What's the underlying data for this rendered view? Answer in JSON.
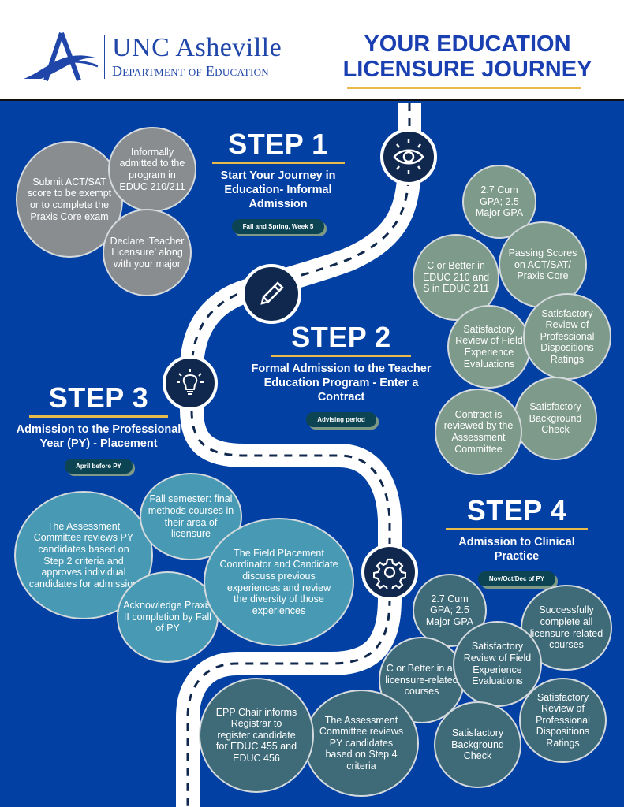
{
  "header": {
    "logo_name": "UNC Asheville",
    "logo_department": "Department of Education",
    "title_line1": "YOUR EDUCATION",
    "title_line2": "LICENSURE JOURNEY"
  },
  "colors": {
    "background": "#0340a3",
    "accent_gold": "#e9b949",
    "step1_circles": "#8a8d8f",
    "step2_circles": "#7e9a8b",
    "step3_circles": "#489ab4",
    "step4_circles": "#3f6b79",
    "icon_circle": "#10284d"
  },
  "steps": [
    {
      "label": "STEP 1",
      "title": "Start Your Journey in Education- Informal Admission",
      "timing": "Fall and Spring, Week 5",
      "icon": "eye-icon",
      "items": [
        "Submit ACT/SAT score to be exempt or to complete the Praxis Core exam",
        "Informally admitted to the program in EDUC 210/211",
        "Declare ‘Teacher Licensure’ along with your major"
      ]
    },
    {
      "label": "STEP 2",
      "title": "Formal Admission to the Teacher Education Program - Enter a Contract",
      "timing": "Advising period",
      "icon": "pencil-icon",
      "items": [
        "2.7 Cum GPA; 2.5 Major GPA",
        "Passing Scores on ACT/SAT/ Praxis Core",
        "C or Better in EDUC 210 and S in EDUC 211",
        "Satisfactory Review of Field Experience Evaluations",
        "Satisfactory Review of Professional Dispositions Ratings",
        "Satisfactory Background Check",
        "Contract is reviewed by the Assessment Committee"
      ]
    },
    {
      "label": "STEP 3",
      "title": "Admission to the Professional Year (PY) - Placement",
      "timing": "April before PY",
      "icon": "lightbulb-icon",
      "items": [
        "The Assessment Committee reviews PY candidates based on Step 2 criteria and approves individual candidates for admission",
        "Fall semester: final methods courses in their area of licensure",
        "Acknowledge Praxis II completion by Fall of PY",
        "The Field Placement Coordinator and Candidate discuss previous experiences and review the diversity of those experiences"
      ]
    },
    {
      "label": "STEP 4",
      "title": "Admission to Clinical Practice",
      "timing": "Nov/Oct/Dec of PY",
      "icon": "gear-icon",
      "items": [
        "2.7 Cum GPA; 2.5 Major GPA",
        "Successfully complete all licensure-related courses",
        "Satisfactory Review of Field Experience Evaluations",
        "C or Better in all licensure-related courses",
        "Satisfactory Review of Professional Dispositions Ratings",
        "Satisfactory Background Check",
        "The Assessment Committee reviews PY candidates based on Step 4 criteria",
        "EPP Chair informs Registrar to register candidate for EDUC 455 and EDUC 456"
      ]
    }
  ]
}
